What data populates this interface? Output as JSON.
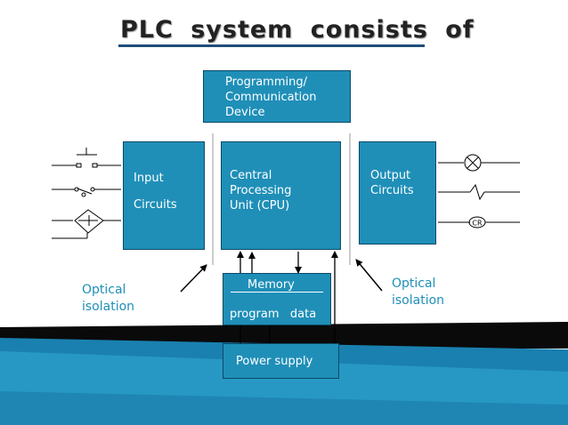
{
  "title": "PLC  system  consists  of",
  "blocks": {
    "programming": "Programming/\nCommunication\nDevice",
    "input": "Input\n\nCircuits",
    "cpu": "Central\nProcessing\nUnit (CPU)",
    "output": "Output\nCircuits",
    "memory_title": "Memory",
    "memory_sub": "program   data",
    "power": "Power supply"
  },
  "notes": {
    "left_isolation": "Optical\nisolation",
    "right_isolation": "Optical\nisolation"
  },
  "symbols": {
    "relay_coil_label": "CR"
  },
  "colors": {
    "block_fill": "#1f8fb8",
    "block_border": "#0b4a66",
    "note_text": "#1f8fb8",
    "band_dark": "#0a0a0a",
    "band_blue": "#1a80b0"
  }
}
